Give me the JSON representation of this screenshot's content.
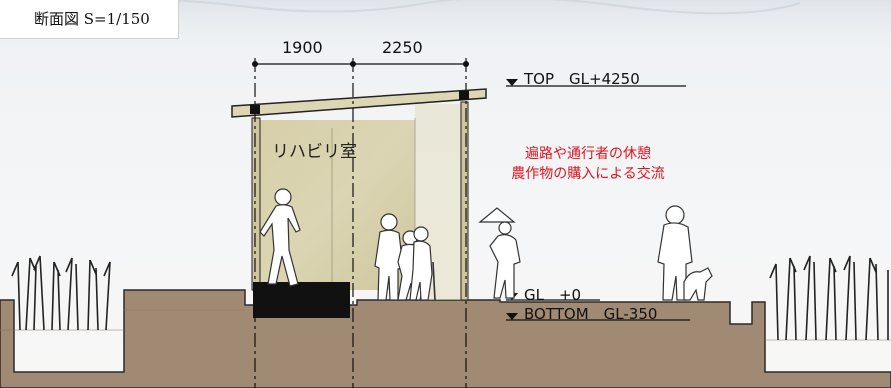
{
  "caption": "断面図 S=1/150",
  "dimensions": [
    "1900",
    "2250"
  ],
  "levels": {
    "top": "TOP　GL+4250",
    "gl": "GL　+0",
    "bottom": "BOTTOM　GL-350"
  },
  "room_label": "リハビリ室",
  "note": {
    "line1": "遍路や通行者の休憩",
    "line2": "農作物の購入による交流"
  },
  "colors": {
    "ground": "#a08a74",
    "wall": "#d8d1ac",
    "roof": "#ddd6b3",
    "note_text": "#e0141e",
    "foundation": "#111111"
  }
}
